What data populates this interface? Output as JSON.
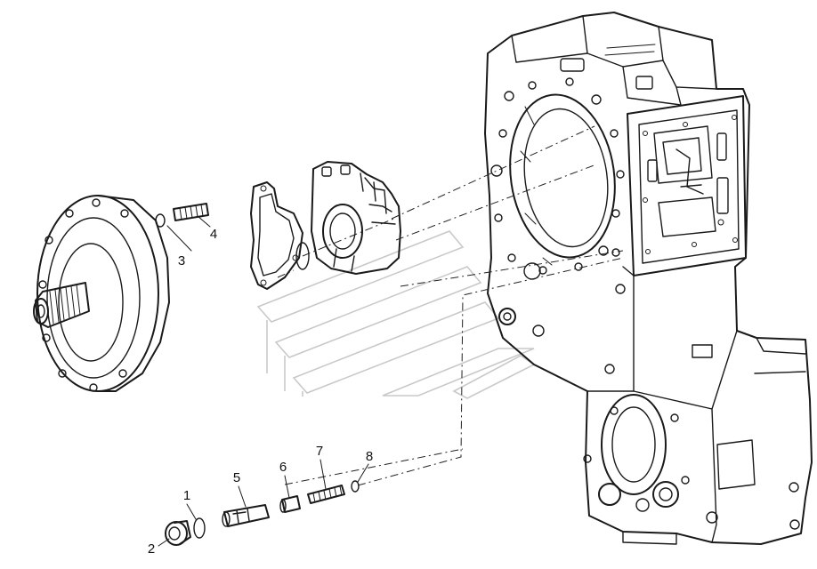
{
  "callouts": [
    {
      "id": "1",
      "label": "1"
    },
    {
      "id": "2",
      "label": "2"
    },
    {
      "id": "3",
      "label": "3"
    },
    {
      "id": "4",
      "label": "4"
    },
    {
      "id": "5",
      "label": "5"
    },
    {
      "id": "6",
      "label": "6"
    },
    {
      "id": "7",
      "label": "7"
    },
    {
      "id": "8",
      "label": "8"
    }
  ],
  "colors": {
    "ink": "#1a1a1a",
    "watermark": "#c9c9c9",
    "background": "#ffffff"
  }
}
